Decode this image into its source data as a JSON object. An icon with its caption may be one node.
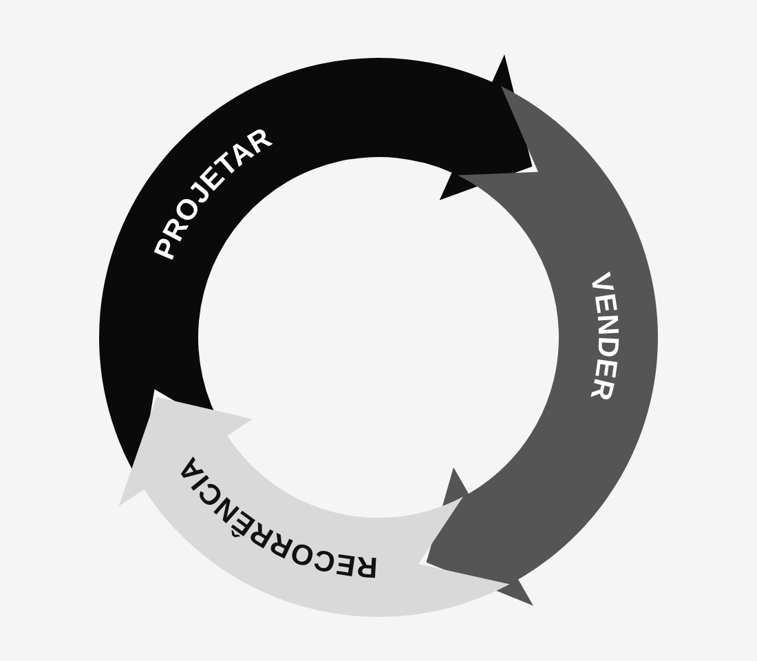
{
  "diagram": {
    "nodes": [
      {
        "text": [
          "PROJETAR"
        ]
      },
      {
        "text": [
          "VENDER"
        ]
      },
      {
        "text": [
          "RECORRÊNCIA"
        ]
      }
    ]
  }
}
